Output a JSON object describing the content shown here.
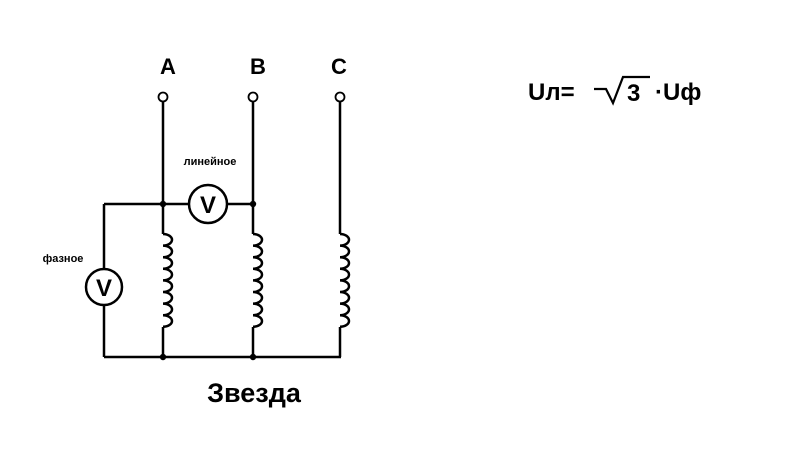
{
  "terminals": [
    {
      "label": "A"
    },
    {
      "label": "B"
    },
    {
      "label": "C"
    }
  ],
  "meters": {
    "line_meter": {
      "tag": "линейное",
      "glyph": "V"
    },
    "phase_meter": {
      "tag": "фазное",
      "glyph": "V"
    }
  },
  "caption": "Звезда",
  "formula": {
    "lhs": "Uл=",
    "radicand": "3",
    "rhs": "·Uф"
  }
}
